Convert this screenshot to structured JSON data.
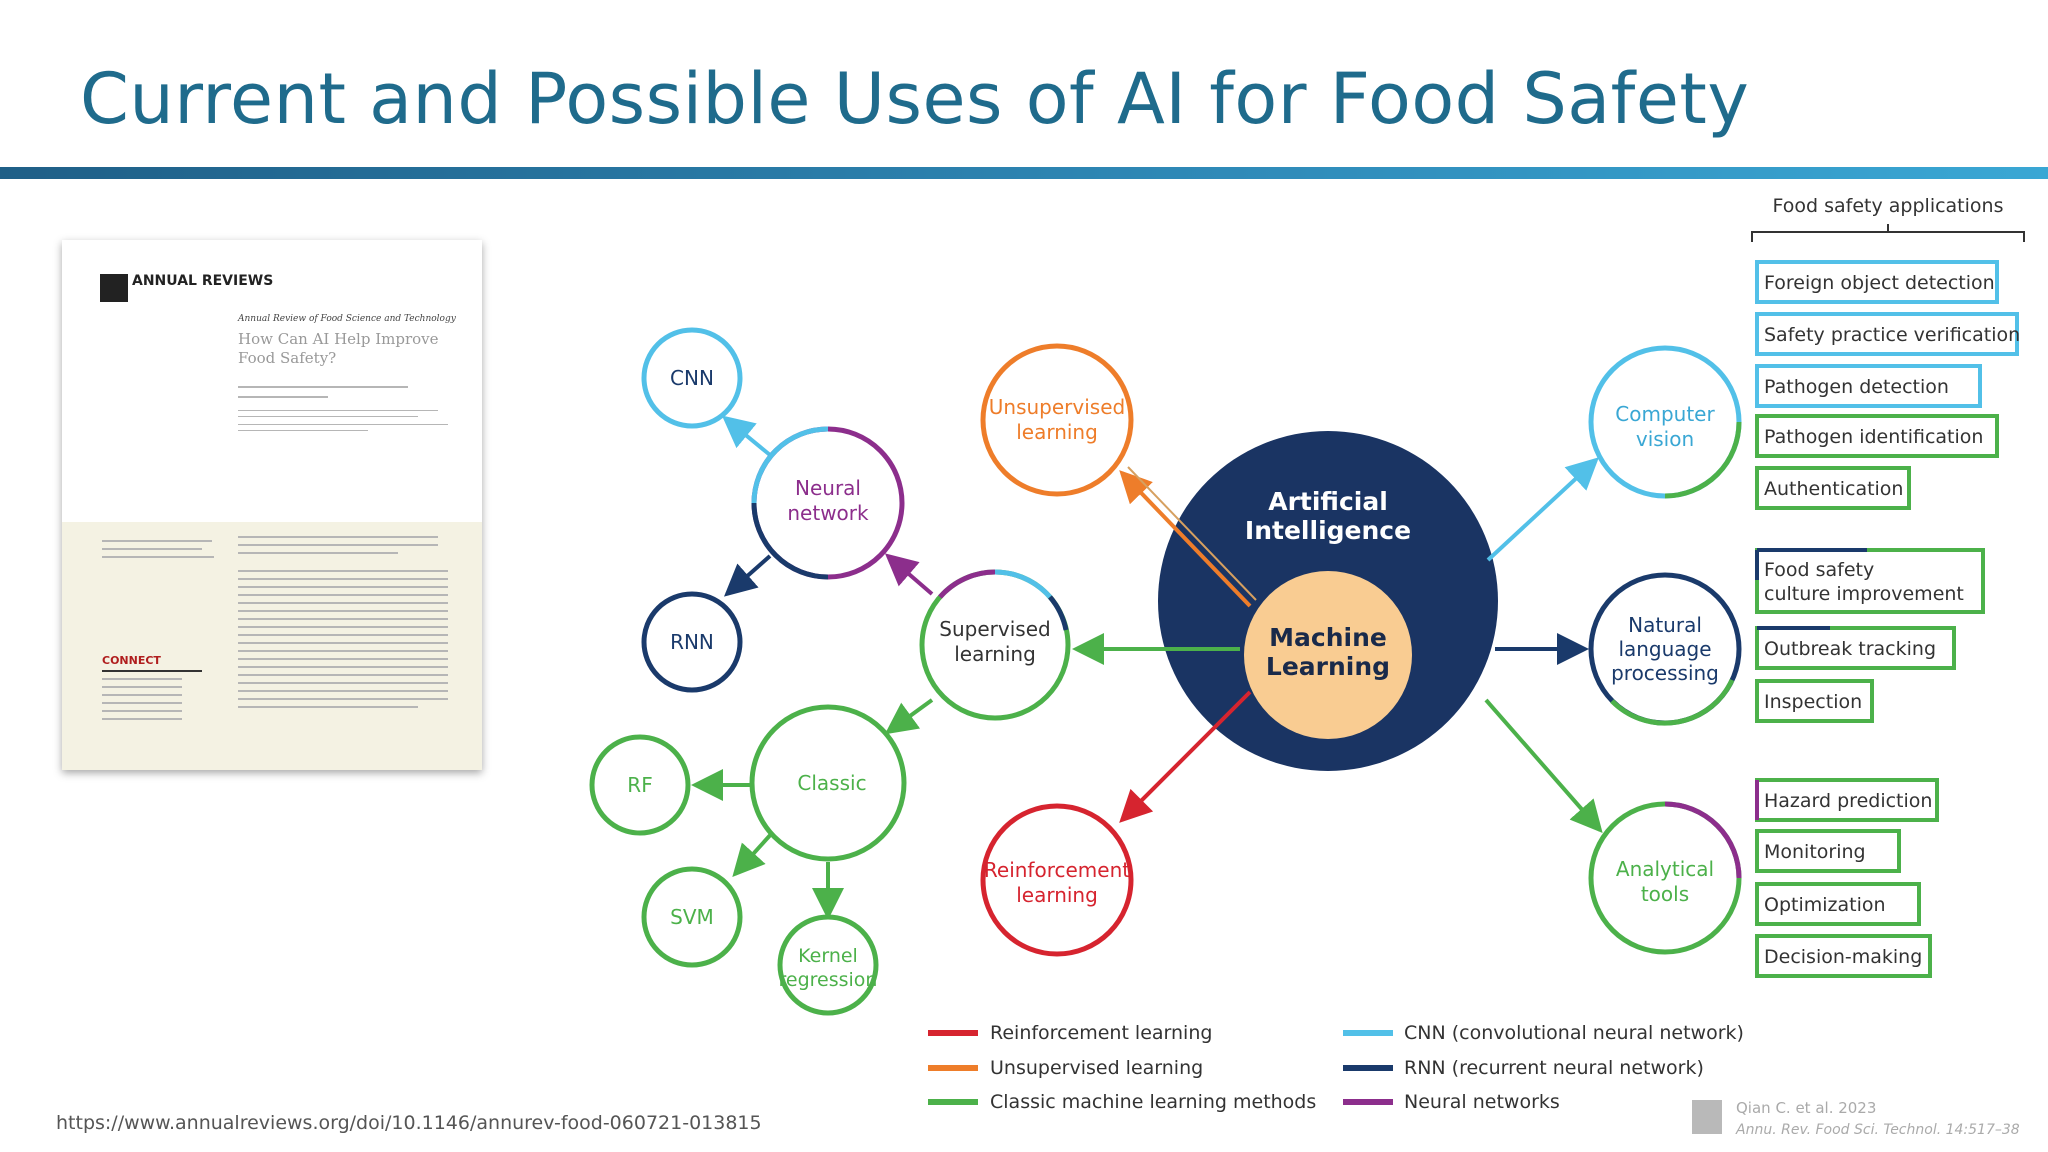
{
  "slide": {
    "title": "Current and Possible Uses of AI for Food Safety",
    "source_url": "https://www.annualreviews.org/doi/10.1146/annurev-food-060721-013815"
  },
  "paper": {
    "publisher": "ANNUAL REVIEWS",
    "journal": "Annual Review of Food Science and Technology",
    "title_line1": "How Can AI Help Improve",
    "title_line2": "Food Safety?",
    "connect": "CONNECT"
  },
  "diagram": {
    "colors": {
      "reinforcement": "#d6242f",
      "unsupervised": "#ee7d2a",
      "classic": "#4cb14a",
      "cnn": "#52c0e8",
      "rnn": "#1a3a6b",
      "neural": "#8c2e8c",
      "ai_fill": "#1a3463",
      "ml_fill": "#f9cc92"
    },
    "center": {
      "ai_line1": "Artificial",
      "ai_line2": "Intelligence",
      "ml_line1": "Machine",
      "ml_line2": "Learning"
    },
    "nodes": {
      "cnn": "CNN",
      "neural_network": [
        "Neural",
        "network"
      ],
      "rnn": "RNN",
      "supervised": [
        "Supervised",
        "learning"
      ],
      "unsupervised": [
        "Unsupervised",
        "learning"
      ],
      "reinforcement": [
        "Reinforcement",
        "learning"
      ],
      "classic": "Classic",
      "rf": "RF",
      "svm": "SVM",
      "kernel": [
        "Kernel",
        "regression"
      ],
      "computer_vision": [
        "Computer",
        "vision"
      ],
      "nlp": [
        "Natural",
        "language",
        "processing"
      ],
      "analytical": [
        "Analytical",
        "tools"
      ]
    },
    "applications_header": "Food safety applications",
    "applications": [
      [
        "Foreign object detection",
        "cnn"
      ],
      [
        "Safety practice verification",
        "cnn"
      ],
      [
        "Pathogen detection",
        "cnn"
      ],
      [
        "Pathogen identification",
        "classic"
      ],
      [
        "Authentication",
        "classic"
      ],
      [
        "Food safety|culture improvement",
        "classic"
      ],
      [
        "Outbreak tracking",
        "classic"
      ],
      [
        "Inspection",
        "classic"
      ],
      [
        "Hazard prediction",
        "classic"
      ],
      [
        "Monitoring",
        "classic"
      ],
      [
        "Optimization",
        "classic"
      ],
      [
        "Decision-making",
        "classic"
      ]
    ],
    "legend": [
      [
        "Reinforcement learning",
        "reinforcement"
      ],
      [
        "Unsupervised learning",
        "unsupervised"
      ],
      [
        "Classic machine learning methods",
        "classic"
      ],
      [
        "CNN (convolutional neural network)",
        "cnn"
      ],
      [
        "RNN (recurrent neural network)",
        "rnn"
      ],
      [
        "Neural networks",
        "neural"
      ]
    ],
    "citation_line1": "Qian C. et al. 2023",
    "citation_line2": "Annu. Rev. Food Sci. Technol. 14:517–38"
  }
}
